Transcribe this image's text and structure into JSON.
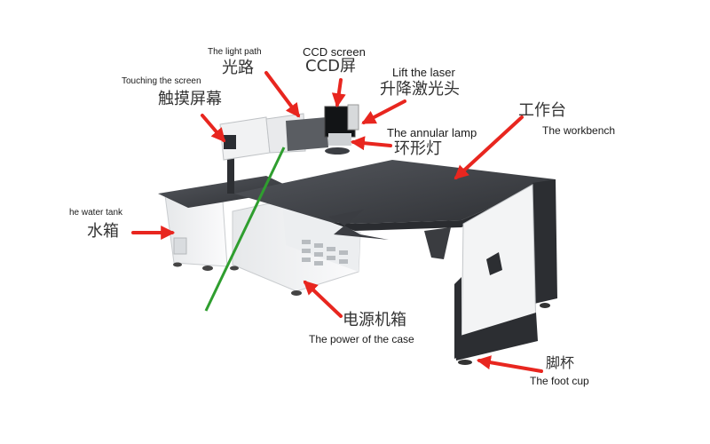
{
  "labels": {
    "light_path": {
      "en": "The light path",
      "zh": "光路"
    },
    "ccd_screen": {
      "en": "CCD screen",
      "zh": "CCD屏"
    },
    "lift_laser": {
      "en": "Lift the laser",
      "zh": "升降激光头"
    },
    "touch_screen": {
      "en": "Touching the screen",
      "zh": "触摸屏幕"
    },
    "annular_lamp": {
      "en": "The annular lamp",
      "zh": "环形灯"
    },
    "workbench": {
      "en": "The workbench",
      "zh": "工作台"
    },
    "water_tank": {
      "en": "he water tank",
      "zh": "水箱"
    },
    "power_case": {
      "en": "The power of the case",
      "zh": "电源机箱"
    },
    "foot_cup": {
      "en": "The foot cup",
      "zh": "脚杯"
    }
  },
  "colors": {
    "arrow": "#e8261f",
    "laser_line": "#2f9e2f",
    "table_top": "#3b3d42",
    "cabinet": "#f4f5f6"
  }
}
